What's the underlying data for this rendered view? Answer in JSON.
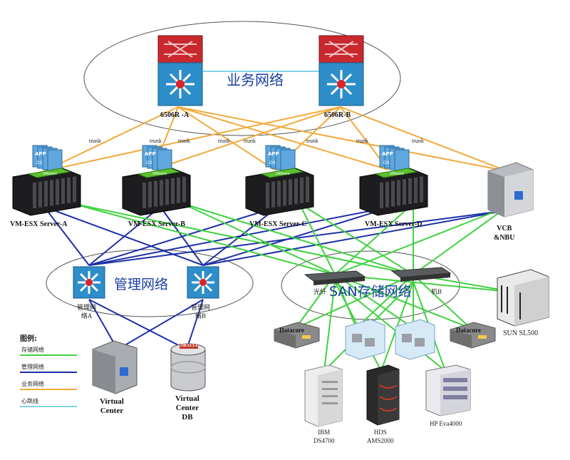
{
  "networks": {
    "business": "业务网络",
    "management": "管理网络",
    "storage": "SAN存储网络"
  },
  "core_switches": [
    {
      "label": "6506R -A"
    },
    {
      "label": "6506R-B"
    }
  ],
  "trunk_label": "trunk",
  "servers": [
    {
      "label": "VM-ESX Server-A"
    },
    {
      "label": "VM-ESX Server-B"
    },
    {
      "label": "VM-ESX Server-C"
    },
    {
      "label": "VM-ESX Server-D"
    }
  ],
  "vm_card_labels": [
    "APP",
    "OS"
  ],
  "vmware_label": "VMware",
  "vcb": {
    "line1": "VCB",
    "line2": "&NBU"
  },
  "mgmt_switches": [
    {
      "line1": "管理网",
      "line2": "络A"
    },
    {
      "line1": "管理网",
      "line2": "络B"
    }
  ],
  "san_switches": [
    {
      "label": "光纤"
    },
    {
      "label": "机B"
    }
  ],
  "datacore_label": "Datacore",
  "oracle_label": "ORACLE",
  "virtual_center": {
    "line1": "Virtual",
    "line2": "Center"
  },
  "virtual_center_db": {
    "line1": "Virtual",
    "line2": "Center",
    "line3": "DB"
  },
  "sun": {
    "label": "SUN SL500"
  },
  "ibm": {
    "line1": "IBM",
    "line2": "DS4700"
  },
  "hds": {
    "line1": "HDS",
    "line2": "AMS2000"
  },
  "hp": {
    "label": "HP Eva4000"
  },
  "legend": {
    "title": "图例:",
    "items": [
      {
        "label": "存储网络",
        "color": "#3fd23f"
      },
      {
        "label": "管理网络",
        "color": "#1c2fa8"
      },
      {
        "label": "业务网络",
        "color": "#f2a93b"
      },
      {
        "label": "心跳线",
        "color": "#7fd4e8"
      }
    ]
  },
  "colors": {
    "storage": "#3fd23f",
    "management": "#1c2fa8",
    "business": "#f2a93b",
    "heartbeat": "#7fd4e8"
  }
}
